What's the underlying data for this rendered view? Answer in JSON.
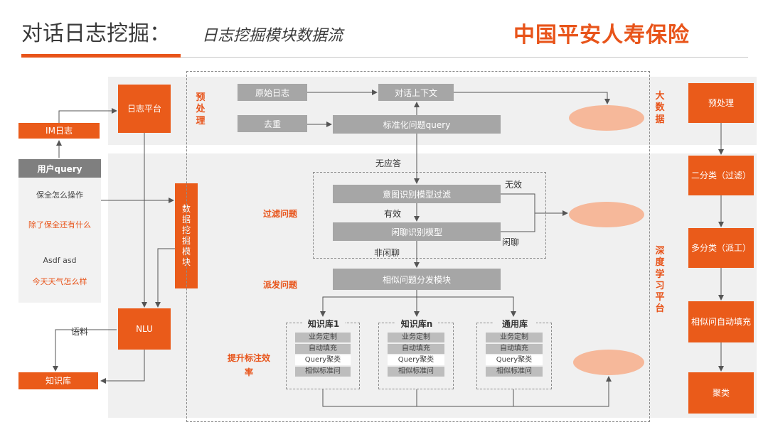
{
  "header": {
    "title": "对话日志挖掘：",
    "subtitle": "日志挖掘模块数据流",
    "brand": "中国平安人寿保险"
  },
  "left": {
    "top_box": "IM日志",
    "user_query": {
      "header": "用户query",
      "items": [
        "保全怎么操作",
        "除了保全还有什么",
        "Asdf asd",
        "今天天气怎么样"
      ]
    },
    "corpus_label": "语料",
    "bottom_box": "知识库"
  },
  "column": {
    "log_platform": "日志平台",
    "mining_module": "数据挖掘模块",
    "nlu": "NLU"
  },
  "sections": {
    "preprocess": "预处理",
    "filter": "过滤问题",
    "dispatch": "派发问题",
    "improve": "提升标注效率",
    "bigdata": "大数据",
    "deep_learning": "深度学习平台"
  },
  "flow": {
    "top_box_1": "原始日志",
    "top_box_2": "对话上下文",
    "bottom_box_1": "去重",
    "bottom_box_2": "标准化问题query",
    "no_answer": "无应答",
    "filter_box_1": "意图识别模型过滤",
    "filter_box_2": "闲聊识别模型",
    "invalid": "无效",
    "valid": "有效",
    "chitchat": "闲聊",
    "non_chitchat": "非闲聊",
    "dispatch_box": "相似问题分发模块"
  },
  "knowledge_bases": [
    {
      "title": "知识库1",
      "items": [
        "业务定制",
        "自动填充",
        "Query聚类",
        "相似标准问"
      ]
    },
    {
      "title": "知识库n",
      "items": [
        "业务定制",
        "自动填充",
        "Query聚类",
        "相似标准问"
      ]
    },
    {
      "title": "通用库",
      "items": [
        "业务定制",
        "自动填充",
        "Query聚类",
        "相似标准问"
      ]
    }
  ],
  "right": {
    "boxes": [
      "预处理",
      "二分类（过滤）",
      "多分类（派工）",
      "相似问自动填充",
      "聚类"
    ]
  },
  "colors": {
    "accent": "#ea5b1a",
    "grey_box": "#a6a6a6",
    "ellipse": "#f6b89a",
    "band": "#f0f0f0"
  }
}
